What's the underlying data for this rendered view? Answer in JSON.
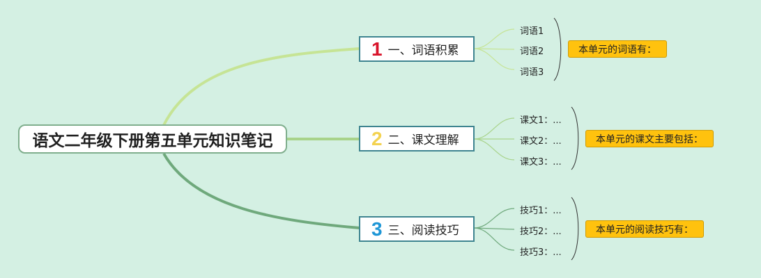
{
  "root": {
    "title": "语文二年级下册第五单元知识笔记"
  },
  "colors": {
    "background": "#d4f0e3",
    "branch1": "#c6e495",
    "branch2": "#a8d38a",
    "branch3": "#6fa97c",
    "num1": "#d9142b",
    "num2": "#f3d250",
    "num3": "#1e96d6",
    "summary_fill": "#ffc20e"
  },
  "topics": [
    {
      "number": "1",
      "label": "一、词语积累",
      "leaves": [
        "词语1",
        "词语2",
        "词语3"
      ],
      "summary": "本单元的词语有："
    },
    {
      "number": "2",
      "label": "二、课文理解",
      "leaves": [
        "课文1：...",
        "课文2：...",
        "课文3：..."
      ],
      "summary": "本单元的课文主要包括："
    },
    {
      "number": "3",
      "label": "三、阅读技巧",
      "leaves": [
        "技巧1：...",
        "技巧2：...",
        "技巧3：..."
      ],
      "summary": "本单元的阅读技巧有："
    }
  ]
}
